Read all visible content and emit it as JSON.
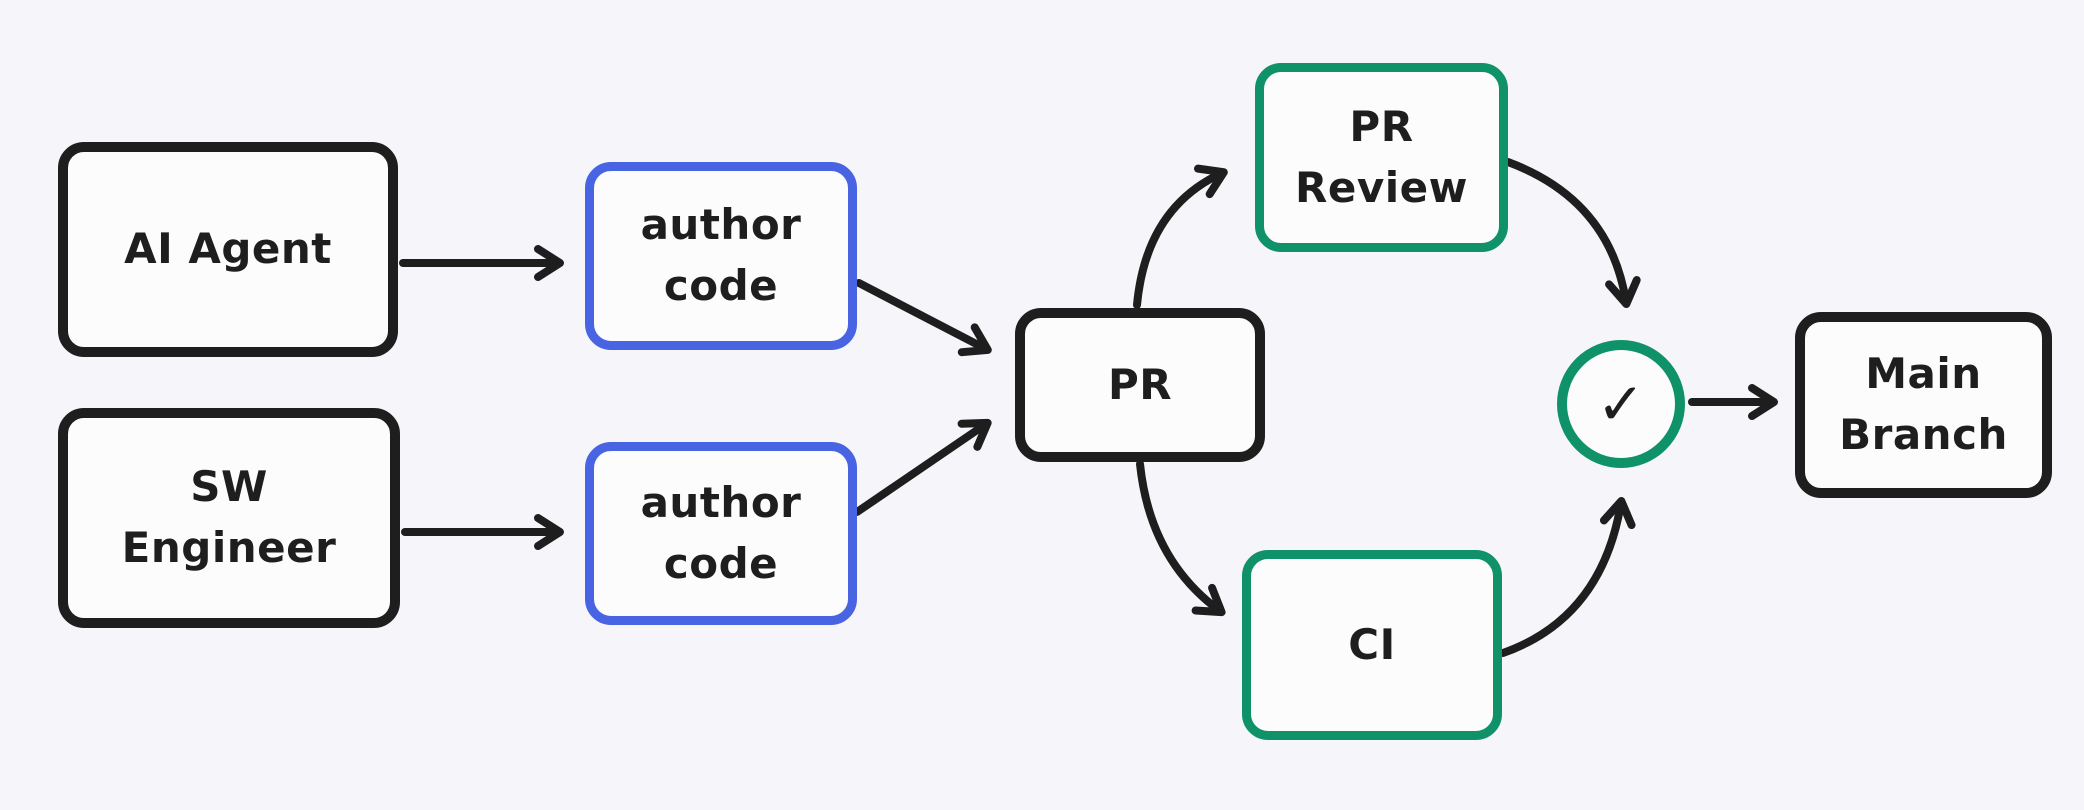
{
  "diagram": {
    "style": "hand-drawn flowchart (whiteboard style)",
    "colors": {
      "canvas_background": "#f6f6fa",
      "node_fill": "#fcfcfd",
      "ink_black": "#1e1e1e",
      "accent_blue": "#4864e3",
      "accent_green": "#0f9268"
    },
    "nodes": {
      "ai_agent": {
        "label": "AI Agent",
        "border": "black"
      },
      "sw_engineer": {
        "label": "SW\nEngineer",
        "border": "black"
      },
      "author_code_1": {
        "label": "author\ncode",
        "border": "blue"
      },
      "author_code_2": {
        "label": "author\ncode",
        "border": "blue"
      },
      "pr": {
        "label": "PR",
        "border": "black"
      },
      "pr_review": {
        "label": "PR\nReview",
        "border": "green"
      },
      "ci": {
        "label": "CI",
        "border": "green"
      },
      "approval_check": {
        "symbol": "✓",
        "border": "green",
        "shape": "circle"
      },
      "main_branch": {
        "label": "Main\nBranch",
        "border": "black"
      }
    },
    "edges": [
      {
        "from": "AI Agent",
        "to": "author code (top)",
        "shape": "straight"
      },
      {
        "from": "SW Engineer",
        "to": "author code (bottom)",
        "shape": "straight"
      },
      {
        "from": "author code (top)",
        "to": "PR",
        "shape": "straight"
      },
      {
        "from": "author code (bottom)",
        "to": "PR",
        "shape": "straight"
      },
      {
        "from": "PR",
        "to": "PR Review",
        "shape": "curved"
      },
      {
        "from": "PR",
        "to": "CI",
        "shape": "curved"
      },
      {
        "from": "PR Review",
        "to": "approval check",
        "shape": "curved"
      },
      {
        "from": "CI",
        "to": "approval check",
        "shape": "curved"
      },
      {
        "from": "approval check",
        "to": "Main Branch",
        "shape": "straight"
      }
    ]
  }
}
